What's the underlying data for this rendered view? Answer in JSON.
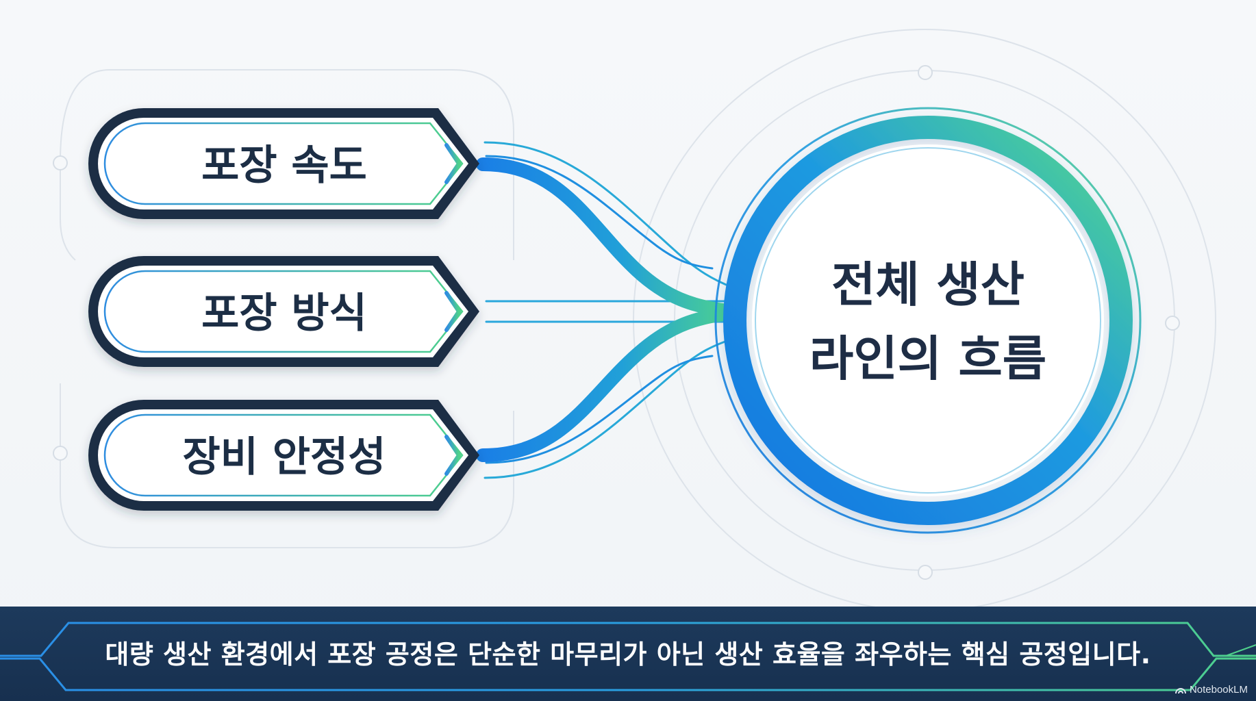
{
  "diagram": {
    "inputs": [
      {
        "label": "포장 속도"
      },
      {
        "label": "포장 방식"
      },
      {
        "label": "장비 안정성"
      }
    ],
    "hub": {
      "line1": "전체 생산",
      "line2": "라인의 흐름"
    }
  },
  "caption": {
    "text": "대량 생산 환경에서 포장 공정은 단순한 마무리가 아닌 생산 효율을 좌우하는 핵심 공정입니다."
  },
  "watermark": {
    "text": "NotebookLM"
  },
  "colors": {
    "navy": "#1e2d45",
    "blue": "#1a7ee0",
    "green": "#4cd08a",
    "caption_bg": "#1b3757"
  },
  "icons": {
    "pill_chevron": "chevron-right-icon"
  }
}
